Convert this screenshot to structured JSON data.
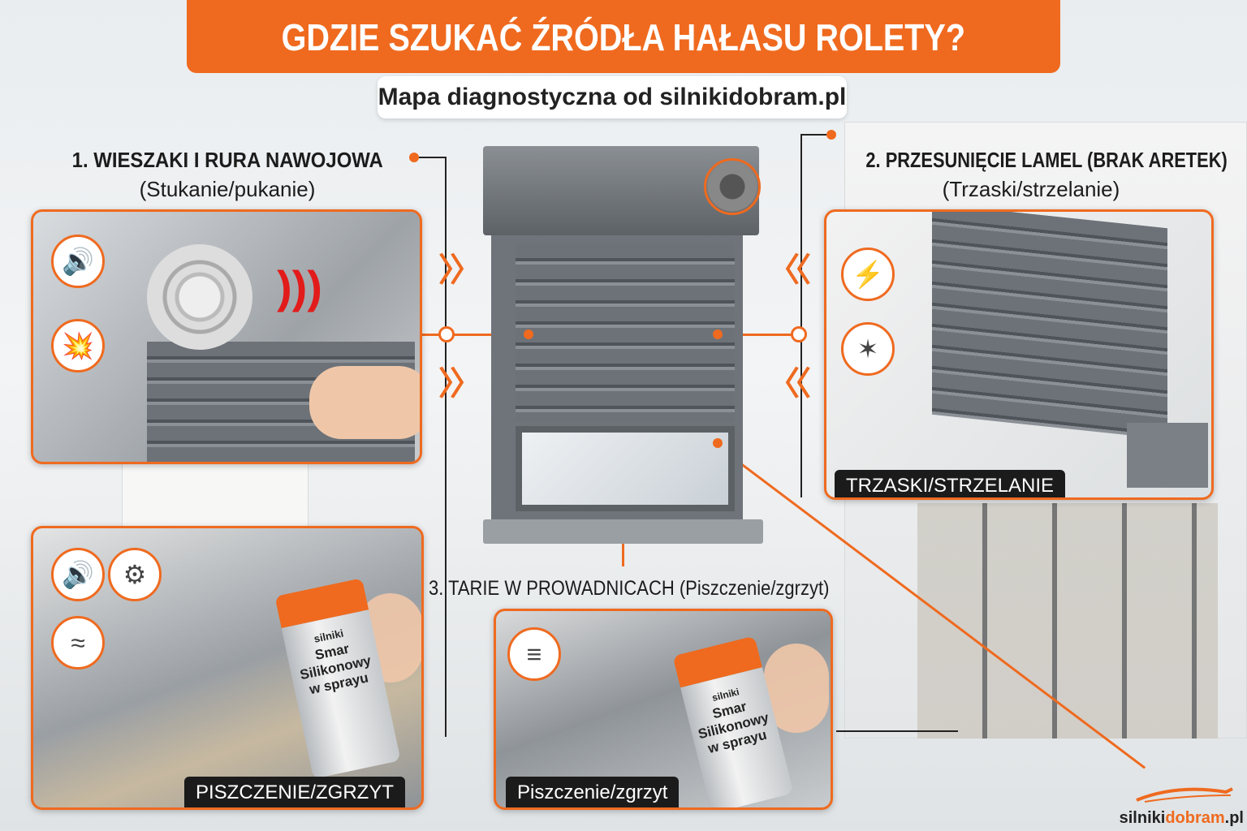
{
  "title": "GDZIE SZUKAĆ ŹRÓDŁA HAŁASU ROLETY?",
  "subtitle": "Mapa diagnostyczna od silnikidobram.pl",
  "sections": [
    {
      "heading": "1. WIESZAKI I RURA NAWOJOWA",
      "subheading": "(Stukanie/pukanie)",
      "icons": [
        "speaker-sound-icon",
        "knock-hand-icon"
      ]
    },
    {
      "heading": "2. PRZESUNIĘCIE LAMEL (BRAK ARETEK)",
      "subheading": "(Trzaski/strzelanie)",
      "icons": [
        "snap-crack-icon",
        "broken-clip-icon"
      ],
      "tag": "TRZASKI/STRZELANIE"
    },
    {
      "heading": "3. TARIE W PROWADNICACH (Piszczenie/zgrzyt)",
      "icons": [
        "friction-rail-icon"
      ],
      "tag": "Piszczenie/zgrzyt"
    }
  ],
  "debris_panel": {
    "tag": "PISZCZENIE/ZGRZYT",
    "icons": [
      "speaker-sound-icon",
      "gears-icon",
      "scratch-icon"
    ]
  },
  "spray_can": {
    "brand": "silniki",
    "line1": "Smar",
    "line2": "Silikonowy",
    "line3": "w sprayu"
  },
  "logo": {
    "part1": "silniki",
    "part2": "dobram",
    "part3": ".pl"
  },
  "colors": {
    "accent": "#ef6a1f",
    "dark": "#1b1b1b"
  }
}
